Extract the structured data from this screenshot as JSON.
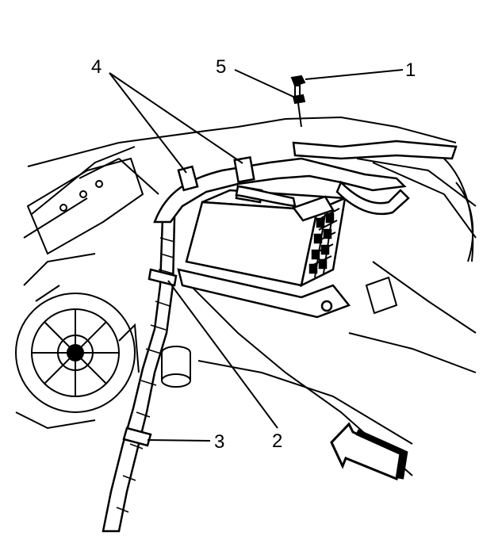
{
  "callouts": {
    "c1": "1",
    "c2": "2",
    "c3": "3",
    "c4": "4",
    "c5": "5"
  },
  "colors": {
    "line": "#000000",
    "background": "#ffffff",
    "harness_fill": "#ffffff"
  },
  "figure_parts": [
    "battery",
    "wiring-harness",
    "harness-clips",
    "bolt",
    "cooling-fan",
    "direction-arrow"
  ]
}
